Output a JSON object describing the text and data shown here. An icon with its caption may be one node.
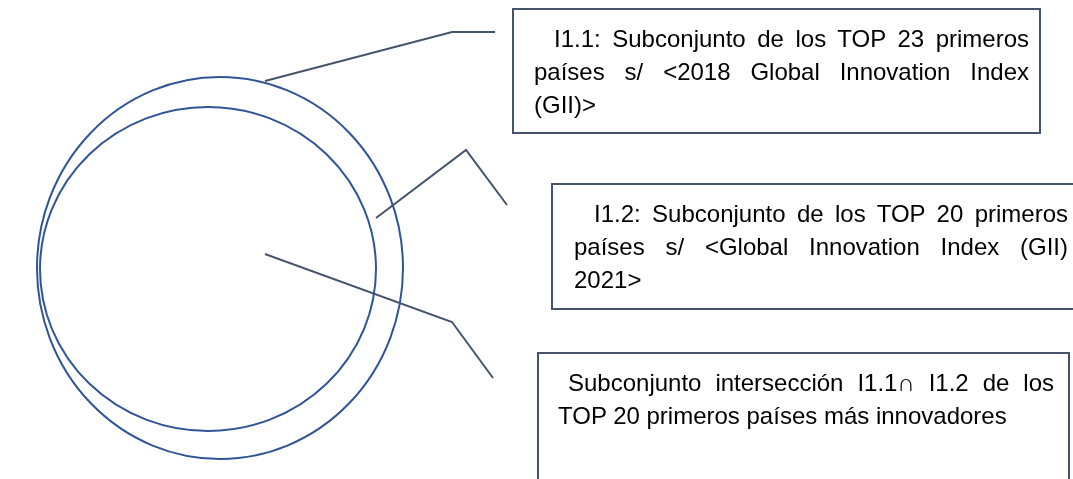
{
  "diagram": {
    "nodes": [
      {
        "text": [
          "I1.1: Subconjunto de los TOP 23 primeros países s/ <2018 Global Innovation Index (GII)>"
        ]
      },
      {
        "text": [
          "I1.2: Subconjunto de los TOP 20 primeros países s/ <Global Innovation Index (GII) 2021>"
        ]
      },
      {
        "text": [
          "Subconjunto intersección I1.1∩ I1.2 de los TOP 20 primeros países más innovadores"
        ]
      },
      {
        "text": [],
        "shape": "circle"
      },
      {
        "text": [],
        "shape": "circle",
        "in": 3
      }
    ],
    "edges": [
      {
        "from": 0,
        "to": 3,
        "arrow": "none"
      },
      {
        "from": 1,
        "to": 4,
        "arrow": "none"
      },
      {
        "from": 2,
        "to": 4,
        "arrow": "none"
      }
    ]
  }
}
